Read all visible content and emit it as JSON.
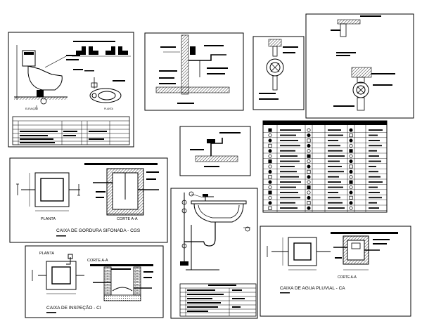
{
  "sheet": {
    "panels": [
      {
        "id": "wc",
        "sheet_labels": [
          "ELEVAÇÃO",
          "PLANTA"
        ]
      },
      {
        "id": "sifonada",
        "title": "CAIXA DE GORDURA SIFONADA - CGS",
        "plan_label": "PLANTA",
        "section_label": "CORTE A-A"
      },
      {
        "id": "inspecao",
        "title": "CAIXA DE INSPEÇÃO - CI",
        "plan_label": "PLANTA",
        "section_label": "CORTE A-A"
      },
      {
        "id": "pluvial",
        "title": "CAIXA DE AGUA PLUVIAL - CA",
        "section_label": "CORTE A-A"
      }
    ]
  },
  "colors": {
    "line": "#000000",
    "paper": "#ffffff"
  }
}
